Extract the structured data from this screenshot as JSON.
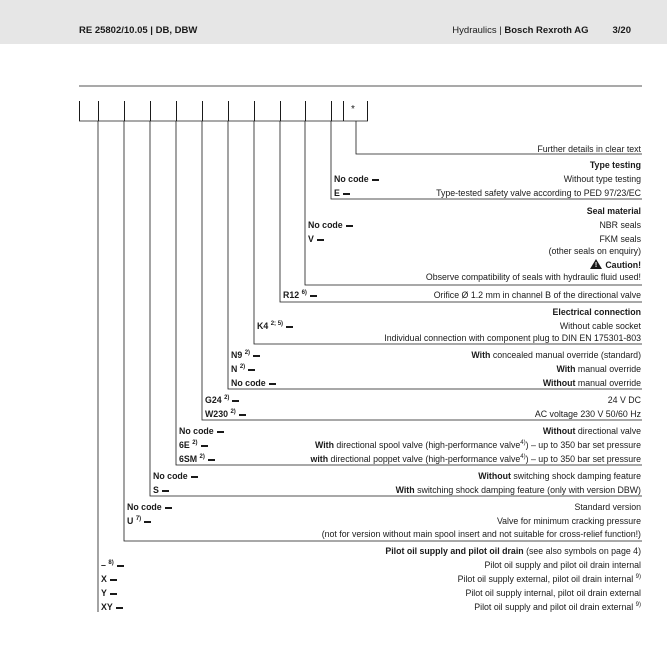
{
  "header": {
    "doc_code": "RE 25802/10.05 | DB, DBW",
    "section": "Hydraulics |",
    "company": " Bosch Rexroth AG",
    "page": "3/20"
  },
  "code_boxes": {
    "asterisk": "*"
  },
  "rows": {
    "further_details": "Further details in clear text",
    "type_testing": {
      "title": "Type testing",
      "options": [
        {
          "code": "No code",
          "desc": "Without type testing"
        },
        {
          "code": "E",
          "desc": "Type-tested safety valve according to PED 97/23/EC"
        }
      ]
    },
    "seal_material": {
      "title": "Seal material",
      "options": [
        {
          "code": "No code",
          "desc": "NBR seals"
        },
        {
          "code": "V",
          "desc": "FKM seals"
        }
      ],
      "note": "(other seals on enquiry)",
      "caution_title": "Caution!",
      "caution_text": "Observe compatibility of seals with hydraulic fluid used!"
    },
    "orifice": {
      "code": "R12",
      "sup": "6)",
      "desc": "Orifice Ø 1.2 mm in channel B of the directional valve"
    },
    "electrical": {
      "title": "Electrical connection",
      "code": "K4",
      "sup": "2; 5)",
      "desc1": "Without cable socket",
      "desc2": "Individual connection with component plug to DIN EN 175301-803"
    },
    "manual_override": [
      {
        "code": "N9",
        "sup": "2)",
        "em": "With",
        "desc": " concealed manual override (standard)"
      },
      {
        "code": "N",
        "sup": "2)",
        "em": "With",
        "desc": " manual override"
      },
      {
        "code": "No code",
        "sup": "",
        "em": "Without",
        "desc": " manual override"
      }
    ],
    "voltage": [
      {
        "code": "G24",
        "sup": "2)",
        "desc": "24 V DC"
      },
      {
        "code": "W230",
        "sup": "2)",
        "desc": "AC voltage 230 V 50/60 Hz"
      }
    ],
    "directional_valve": [
      {
        "code": "No code",
        "sup": "",
        "em": "Without",
        "desc": " directional valve",
        "sup2": "",
        "desc2": ""
      },
      {
        "code": "6E",
        "sup": "2)",
        "em": "With",
        "desc": " directional spool valve (high-performance valve",
        "sup2": "4)",
        "desc2": ") – up to 350 bar set pressure"
      },
      {
        "code": "6SM",
        "sup": "2)",
        "em": "with",
        "desc": " directional poppet valve (high-performance valve",
        "sup2": "4)",
        "desc2": ") – up to 350 bar set pressure"
      }
    ],
    "shock_damping": [
      {
        "code": "No code",
        "em": "Without",
        "desc": " switching shock damping feature"
      },
      {
        "code": "S",
        "em": "With",
        "desc": " switching shock damping feature (only with version DBW)"
      }
    ],
    "version": [
      {
        "code": "No code",
        "sup": "",
        "desc": "Standard version"
      },
      {
        "code": "U",
        "sup": "7)",
        "desc": "Valve for minimum cracking pressure"
      }
    ],
    "version_note": "(not for version without main spool insert and not suitable for cross-relief function!)",
    "pilot_oil": {
      "title": "Pilot oil supply and pilot oil drain",
      "title_note": " (see also symbols on page 4)",
      "options": [
        {
          "code": "–",
          "sup": "8)",
          "desc": "Pilot oil supply and pilot oil drain internal",
          "sup2": ""
        },
        {
          "code": "X",
          "sup": "",
          "desc": "Pilot oil supply external, pilot oil drain internal",
          "sup2": "9)"
        },
        {
          "code": "Y",
          "sup": "",
          "desc": "Pilot oil supply internal, pilot oil drain external",
          "sup2": ""
        },
        {
          "code": "XY",
          "sup": "",
          "desc": "Pilot oil supply and pilot oil drain external",
          "sup2": "9)"
        }
      ]
    }
  }
}
